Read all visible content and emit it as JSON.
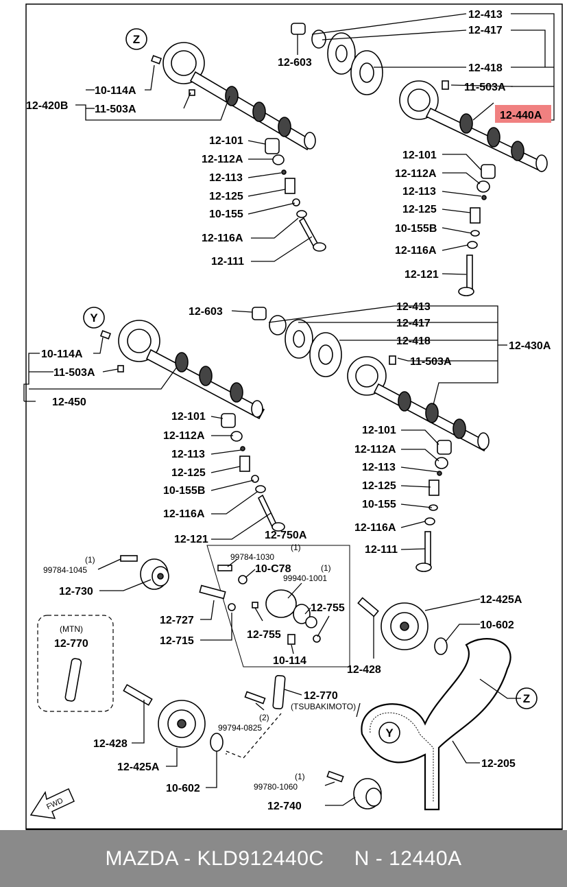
{
  "highlight_color": "#f08080",
  "callouts": {
    "z_top": "Z",
    "y_left": "Y",
    "z_belt": "Z",
    "y_belt": "Y",
    "fwd": "FWD"
  },
  "labels": {
    "l1": "12-413",
    "l2": "12-417",
    "l3": "12-603",
    "l4": "12-418",
    "l5": "11-503A",
    "l6": "12-440A",
    "l7": "10-114A",
    "l8": "12-420B",
    "l9": "11-503A",
    "l10": "12-101",
    "l11": "12-112A",
    "l12": "12-113",
    "l13": "12-125",
    "l14": "10-155",
    "l15": "12-116A",
    "l16": "12-111",
    "l17": "12-101",
    "l18": "12-112A",
    "l19": "12-113",
    "l20": "12-125",
    "l21": "10-155B",
    "l22": "12-116A",
    "l23": "12-121",
    "l24": "12-603",
    "l25": "12-413",
    "l26": "12-417",
    "l27": "12-418",
    "l28": "12-430A",
    "l29": "11-503A",
    "l30": "10-114A",
    "l31": "11-503A",
    "l32": "12-450",
    "l33": "12-101",
    "l34": "12-112A",
    "l35": "12-113",
    "l36": "12-125",
    "l37": "10-155B",
    "l38": "12-116A",
    "l39": "12-121",
    "l40": "12-101",
    "l41": "12-112A",
    "l42": "12-113",
    "l43": "12-125",
    "l44": "10-155",
    "l45": "12-116A",
    "l46": "12-111",
    "l47": "12-750A",
    "l48": "99784-1045",
    "l49": "12-730",
    "l50": "99784-1030",
    "l51": "10-C78",
    "l52": "99940-1001",
    "l53": "12-755",
    "l54": "12-755",
    "l55": "10-114",
    "l56": "12-727",
    "l57": "12-715",
    "l58": "12-425A",
    "l59": "10-602",
    "l60": "12-428",
    "l61": "(MTN)",
    "l62": "12-770",
    "l63": "12-770",
    "l64": "(TSUBAKIMOTO)",
    "l65": "99794-0825",
    "l66": "12-428",
    "l67": "12-425A",
    "l68": "10-602",
    "l69": "12-205",
    "l70": "99780-1060",
    "l71": "12-740",
    "q1": "(1)",
    "q2": "(1)",
    "q3": "(1)",
    "q4": "(2)",
    "q5": "(1)"
  },
  "footer": {
    "text": "MAZDA - KLD912440C     N - 12440A"
  }
}
